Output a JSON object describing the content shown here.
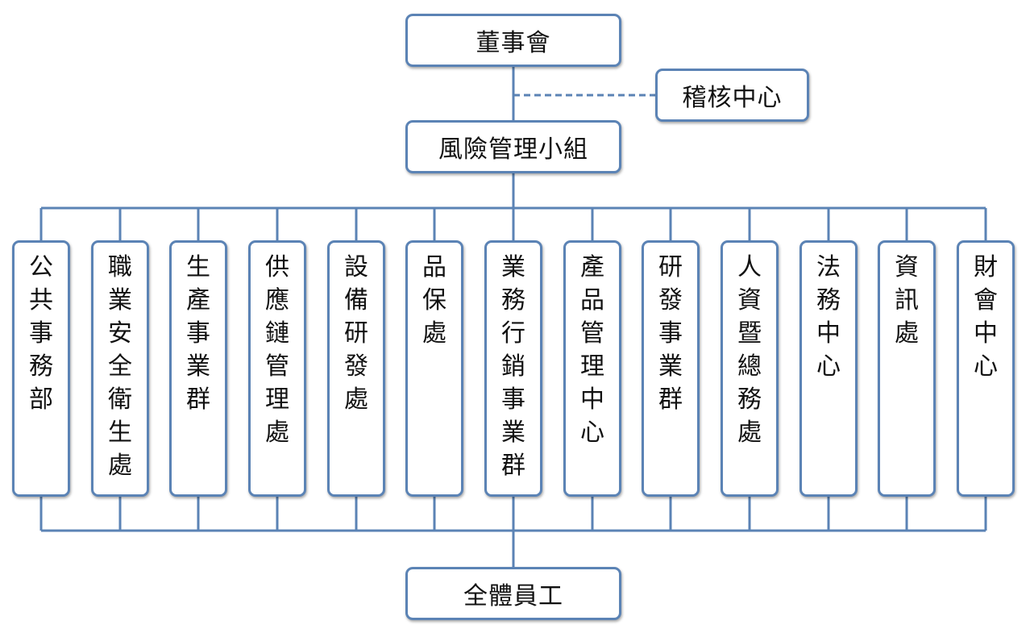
{
  "board": "董事會",
  "audit": "稽核中心",
  "risk_group": "風險管理小組",
  "staff": "全體員工",
  "departments": [
    "公共事務部",
    "職業安全衛生處",
    "生產事業群",
    "供應鏈管理處",
    "設備研發處",
    "品保處",
    "業務行銷事業群",
    "產品管理中心",
    "研發事業群",
    "人資暨總務處",
    "法務中心",
    "資訊處",
    "財會中心"
  ],
  "colors": {
    "border": "#5b83b5",
    "line": "#5b83b5"
  }
}
